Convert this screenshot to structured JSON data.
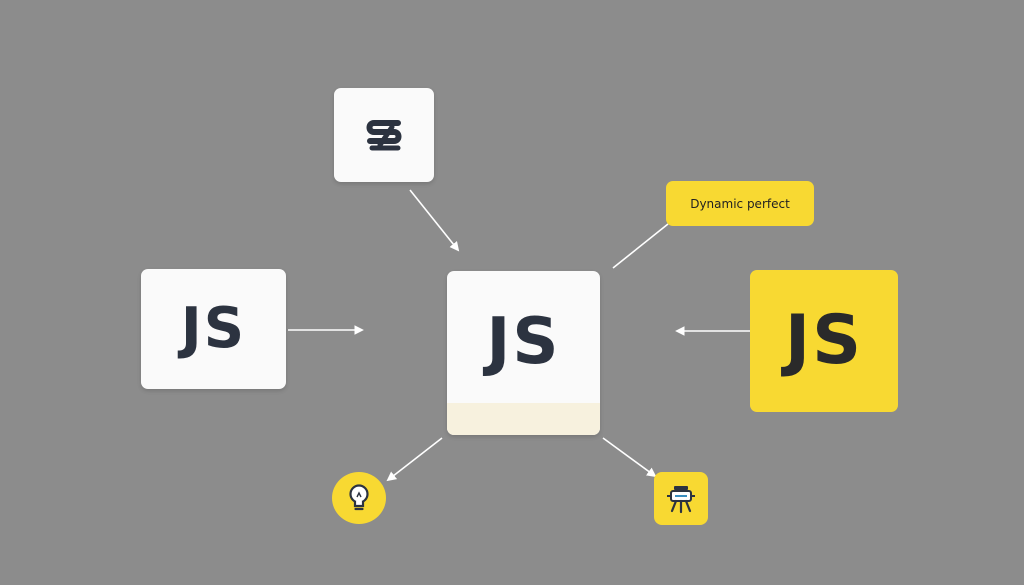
{
  "nodes": {
    "top": {
      "label": "ꭍ",
      "icon": "swap-icon"
    },
    "left": {
      "label": "JS"
    },
    "center": {
      "label": "JS"
    },
    "right": {
      "label": "JS"
    }
  },
  "callout": {
    "label": "Dynamic perfect"
  },
  "badges": {
    "bulb": {
      "icon": "lightbulb-icon"
    },
    "robot": {
      "icon": "robot-icon"
    }
  },
  "colors": {
    "background": "#8c8c8c",
    "accent_yellow": "#f8d932",
    "card_white": "#fafafa",
    "text_dark": "#2c3340"
  }
}
